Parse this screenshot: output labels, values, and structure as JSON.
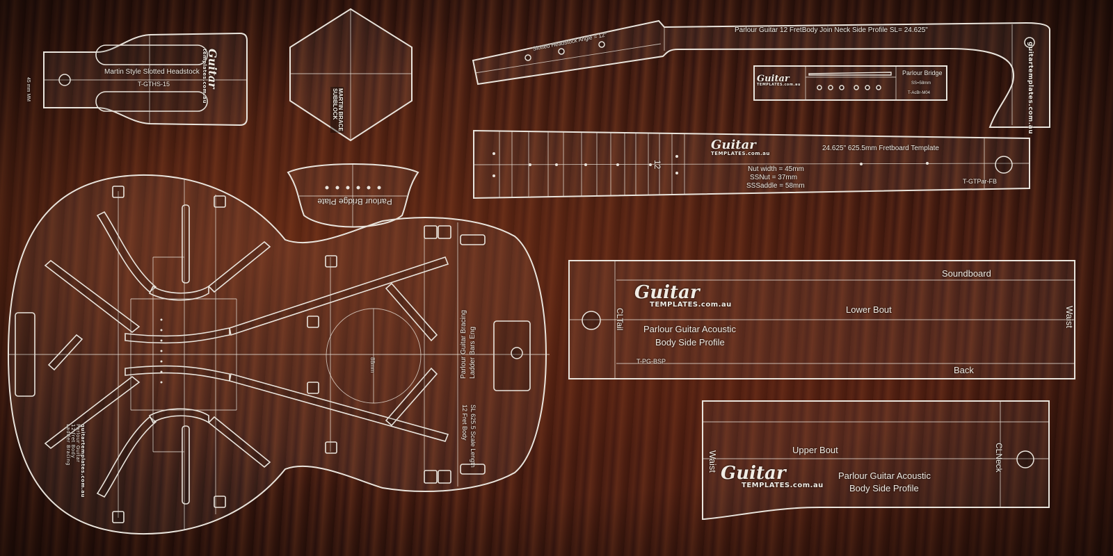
{
  "headstock": {
    "title": "Martin Style Slotted Headstock",
    "code": "T-GTHS-15",
    "width_label": "45 mm MM",
    "logo_script": "Guitar",
    "logo_web": "templates.com.au"
  },
  "tail_block": {
    "label_line1": "MARTIN BRACE",
    "label_line2": "SUBBLOCK"
  },
  "bridge_plate": {
    "label": "Parlour Bridge Plate"
  },
  "neck_profile": {
    "title": "Parlour Guitar  12 FretBody Join Neck Side Profile  SL= 24.625\"",
    "angle_label": "Slotted Headstock Angle = 12°",
    "logo_web": "guitartemplates.com.au"
  },
  "bridge": {
    "title": "Parlour Bridge",
    "spacing": "SS=58mm",
    "code": "T-AcBr-M04",
    "logo_script": "Guitar",
    "logo_web": "TEMPLATES.com.au"
  },
  "fretboard": {
    "title": "24.625\"  625.5mm Fretboard Template",
    "nut_width": "Nut width = 45mm",
    "ss_nut": "SSNut = 37mm",
    "ss_saddle": "SSSaddle = 58mm",
    "code": "T-GTPar-FB",
    "fret_12": "12",
    "logo_script": "Guitar",
    "logo_web": "TEMPLATES.com.au"
  },
  "body": {
    "soundhole_label": "88mm",
    "brace_label": "Parlour Guitar Bracing",
    "brace_label_2": "Ladder Bars Eng",
    "scale_label": "SL 625.5 Scale Length",
    "scale_label_2": "12 Fret Body",
    "logo_web": "guitartemplates.com.au",
    "logo_sub_1": "Parlour Guitar",
    "logo_sub_2": "12 fret Body",
    "logo_sub_3": "Ladder Bracing"
  },
  "lower_profile": {
    "soundboard": "Soundboard",
    "lower_bout": "Lower Bout",
    "back": "Back",
    "waist": "Waist",
    "cl_tail": "CLTail",
    "title_line1": "Parlour Guitar  Acoustic",
    "title_line2": "Body Side Profile",
    "code": "T-PG-BSP",
    "logo_script": "Guitar",
    "logo_web": "TEMPLATES.com.au"
  },
  "upper_profile": {
    "upper_bout": "Upper Bout",
    "waist": "Waist",
    "cl_neck": "CLNeck",
    "title_line1": "Parlour Guitar  Acoustic",
    "title_line2": "Body Side Profile",
    "logo_script": "Guitar",
    "logo_web": "TEMPLATES.com.au"
  },
  "colors": {
    "background": "#3a1a10",
    "template_edge": "#e9e4dc"
  }
}
